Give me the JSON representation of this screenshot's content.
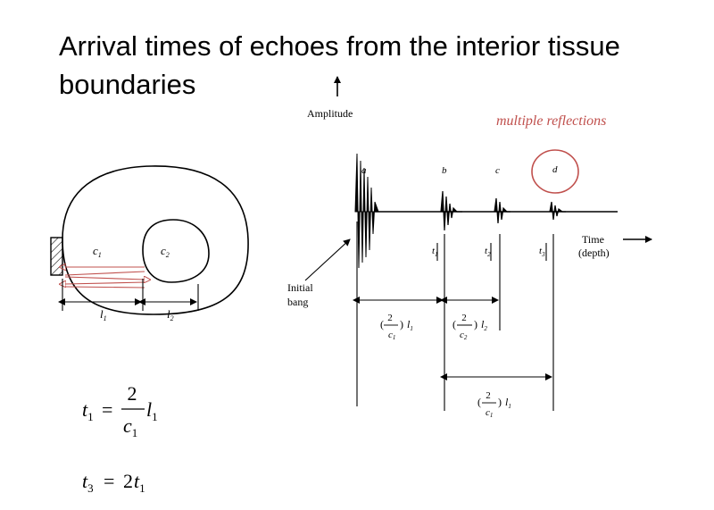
{
  "slide": {
    "title": "Arrival times of echoes from the interior tissue boundaries"
  },
  "left_diagram": {
    "medium1_label": "c",
    "medium1_sub": "1",
    "medium2_label": "c",
    "medium2_sub": "2",
    "len1_label": "l",
    "len1_sub": "1",
    "len2_label": "l",
    "len2_sub": "2",
    "ray_color": "#c0504d"
  },
  "echo_plot": {
    "y_axis_label": "Amplitude",
    "x_axis_label_line1": "Time",
    "x_axis_label_line2": "(depth)",
    "annotation": "multiple reflections",
    "annotation_color": "#c0504d",
    "pulse_labels": [
      "a",
      "b",
      "c",
      "d"
    ],
    "time_marks": [
      {
        "t": "t",
        "sub": "1"
      },
      {
        "t": "t",
        "sub": "2"
      },
      {
        "t": "t",
        "sub": "3"
      }
    ],
    "initial_bang_line1": "Initial",
    "initial_bang_line2": "bang",
    "interval1": {
      "num": "2",
      "den": "c",
      "den_sub": "1",
      "l": "l",
      "l_sub": "1"
    },
    "interval2": {
      "num": "2",
      "den": "c",
      "den_sub": "2",
      "l": "l",
      "l_sub": "2"
    },
    "interval3": {
      "num": "2",
      "den": "c",
      "den_sub": "1",
      "l": "l",
      "l_sub": "1"
    }
  },
  "equations": {
    "eq1": {
      "lhs": "t",
      "lhs_sub": "1",
      "eq": "=",
      "num": "2",
      "den": "c",
      "den_sub": "1",
      "var": "l",
      "var_sub": "1"
    },
    "eq2": {
      "lhs": "t",
      "lhs_sub": "3",
      "eq": "=",
      "coef": "2",
      "var": "t",
      "var_sub": "1"
    }
  }
}
